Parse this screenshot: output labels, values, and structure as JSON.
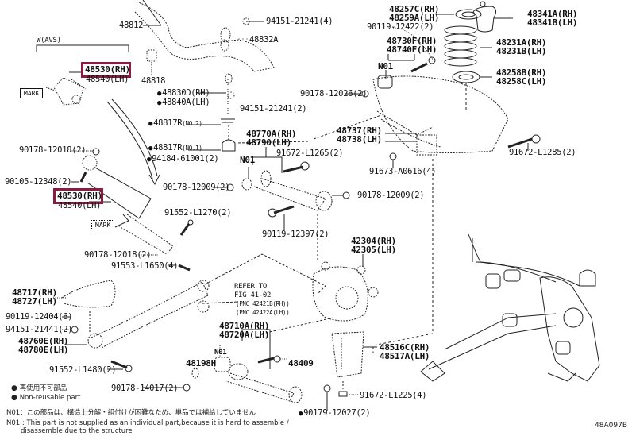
{
  "diagram": {
    "figure_id": "48A097B",
    "highlight_color": "#8b1c3f",
    "labels": {
      "wavs": "W(AVS)",
      "p48530_top": "48530(RH)",
      "p48540_top": "48540(LH)",
      "mark_top": "MARK",
      "p48812": "48812",
      "p48818": "48818",
      "p94151_21241_4": "94151-21241(4)",
      "p48832a": "48832A",
      "p48830d": "48830D(RH)",
      "p48840a": "48840A(LH)",
      "p94151_21241_2": "94151-21241(2)",
      "p48817r_no2": "48817R",
      "no2": "(NO.2)",
      "p48817r_no1": "48817R",
      "no1": "(NO.1)",
      "p94184": "94184-61001(2)",
      "p90178_12018_a": "90178-12018(2)",
      "p90105": "90105-12348(2)",
      "p48530_mid": "48530(RH)",
      "p48540_mid": "48540(LH)",
      "mark_mid": "MARK",
      "p91552_l1270": "91552-L1270(2)",
      "p90178_12018_b": "90178-12018(2)",
      "p91553": "91553-L1650(4)",
      "p48717": "48717(RH)",
      "p48727": "48727(LH)",
      "p90119_12404": "90119-12404(6)",
      "p94151_21441": "94151-21441(2)",
      "p48760e": "48760E(RH)",
      "p48780e": "48780E(LH)",
      "p91552_l1480": "91552-L1480(2)",
      "p90178_14017": "90178-14017(2)",
      "p48198h": "48198H",
      "n01_bottom": "N01",
      "p48409": "48409",
      "p90179": "90179-12027(2)",
      "p91672_l1225": "91672-L1225(4)",
      "refer1": "REFER TO",
      "refer2": "FIG 41-02",
      "refer3": "(PNC 42421B(RH))",
      "refer4": "(PNC 42422A(LH))",
      "p48710a": "48710A(RH)",
      "p48720a": "48720A(LH)",
      "p48516c": "48516C(RH)",
      "p48517a": "48517A(LH)",
      "p42304": "42304(RH)",
      "p42305": "42305(LH)",
      "p90178_12009_a": "90178-12009(2)",
      "p90178_12009_b": "90178-12009(2)",
      "p90119_12397": "90119-12397(2)",
      "p48770a": "48770A(RH)",
      "p48790": "48790(LH)",
      "n01_mid": "N01",
      "p91672_l1265": "91672-L1265(2)",
      "p90178_12026": "90178-12026(2)",
      "p48737": "48737(RH)",
      "p48738": "48738(LH)",
      "p91673": "91673-A0616(4)",
      "p91672_l1285": "91672-L1285(2)",
      "p48257c": "48257C(RH)",
      "p48259a": "48259A(LH)",
      "p90119_12422": "90119-12422(2)",
      "p48730f": "48730F(RH)",
      "p48740f": "48740F(LH)",
      "n01_top": "N01",
      "p48341a": "48341A(RH)",
      "p48341b": "48341B(LH)",
      "p48231a": "48231A(RH)",
      "p48231b": "48231B(LH)",
      "p48258b": "48258B(RH)",
      "p48258c": "48258C(LH)"
    },
    "legend": {
      "jp": "再使用不可部品",
      "en": "Non-reusable part"
    },
    "notes": {
      "jp": "N01：この部品は、構造上分解・組付けが困難なため、単品では補給していません",
      "en1": "N01 : This part is not supplied as an individual part,because it is hard to assemble /",
      "en2": "disassemble due to the structure"
    }
  }
}
